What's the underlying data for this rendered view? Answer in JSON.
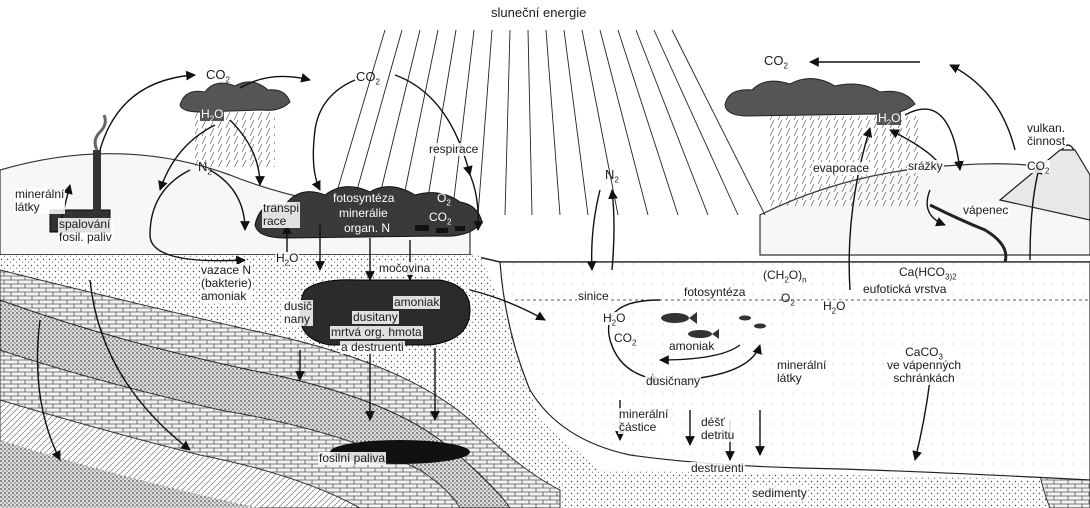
{
  "labels": {
    "solar_energy": "sluneční energie",
    "co2_left": "CO",
    "co2_mid": "CO",
    "co2_right": "CO",
    "co2_volcano": "CO",
    "co2_lake": "CO",
    "h2o_cloud_left": "H",
    "h2o_cloud_right": "H",
    "h2o_soil": "H",
    "h2o_lake": "H",
    "h2o_lake2": "H",
    "n2_left": "N",
    "n2_center": "N",
    "respiration": "respirace",
    "mineral_substances_left_1": "minerální",
    "mineral_substances_left_2": "látky",
    "fossil_burning_1": "spalování",
    "fossil_burning_2": "fosil. paliv",
    "transpiration_1": "transpi",
    "transpiration_2": "race",
    "photosynthesis_land": "fotosyntéza",
    "minerals_land": "minerálie",
    "organic_n": "organ. N",
    "o2_land": "O",
    "co2_land": "CO",
    "n_fixation_1": "vazace N",
    "n_fixation_2": "(bakterie)",
    "n_fixation_3": "amoniak",
    "nitrates_soil_1": "dusič",
    "nitrates_soil_2": "nany",
    "urea": "močovina",
    "ammonia_soil": "amoniak",
    "nitrites": "dusitany",
    "dead_org_matter": "mrtvá org. hmota",
    "decomposers_soil": "a destruenti",
    "fossil_fuels": "fosilní paliva",
    "cyanobacteria": "sinice",
    "photosynthesis_lake": "fotosyntéza",
    "o2_lake": "O",
    "ch2o": "(CH",
    "ammonia_lake": "amoniak",
    "nitrates_lake": "dusičnany",
    "mineral_substances_lake_1": "minerální",
    "mineral_substances_lake_2": "látky",
    "mineral_particles_1": "minerální",
    "mineral_particles_2": "částice",
    "detritus_rain_1": "déšť",
    "detritus_rain_2": "detritu",
    "decomposers_lake": "destruenti",
    "sediments": "sedimenty",
    "evaporation": "evaporace",
    "precipitation": "srážky",
    "volcanic_1": "vulkan.",
    "volcanic_2": "činnost",
    "limestone": "vápenec",
    "calcium_bicarbonate": "Ca(HCO",
    "euphotic_zone": "eufotická vrstva",
    "caco3_1": "CaCO",
    "caco3_2": "ve vápenných",
    "caco3_3": "schránkách"
  },
  "subscripts": {
    "two": "2",
    "three": "3",
    "three_two": "3)2",
    "n": "n",
    "o": "O",
    "o_close": "O)"
  }
}
